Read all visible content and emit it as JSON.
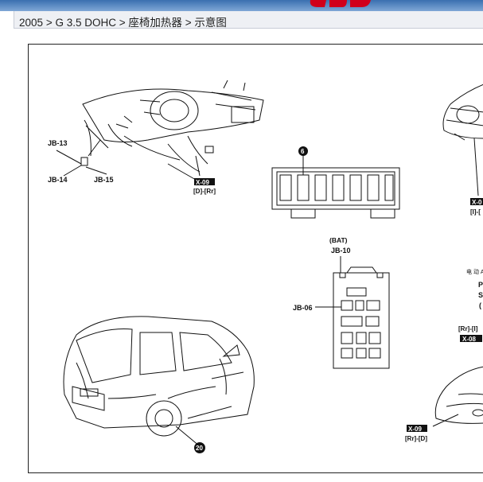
{
  "breadcrumb": {
    "items": [
      "2005",
      "G 3.5 DOHC",
      "座椅加热器",
      "示意图"
    ],
    "separator": ">"
  },
  "diagram": {
    "labels": {
      "jb13": "JB-13",
      "jb14": "JB-14",
      "jb15": "JB-15",
      "x09_left_tag": "X-09",
      "x09_left_sub": "[D]-[Rr]",
      "badge_6": "6",
      "x0_right_tag": "X-0",
      "x0_right_sub": "[I]-[",
      "bat": "(BAT)",
      "jb10": "JB-10",
      "jb06": "JB-06",
      "rr_tag_sub": "[Rr]-[I]",
      "x08_tag": "X-08",
      "x09_bottom_tag": "X-09",
      "x09_bottom_sub": "[Rr]-[D]",
      "badge_20": "20",
      "cn_partial": "电 动 A",
      "p_letter": "P",
      "s_letter": "S",
      "c_letter": "("
    }
  }
}
